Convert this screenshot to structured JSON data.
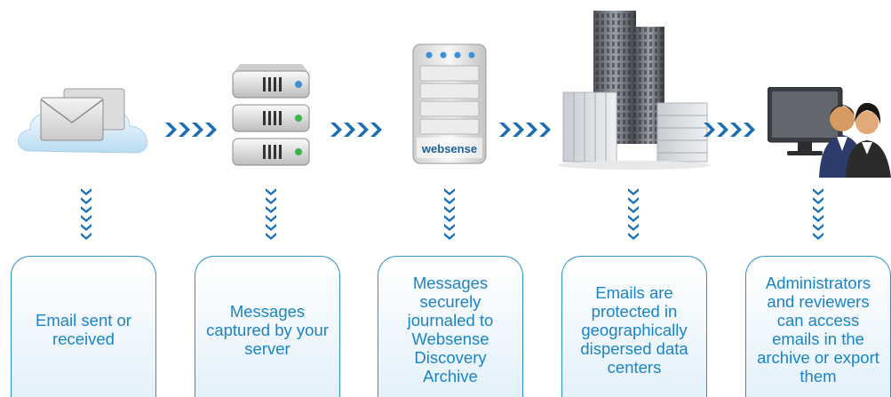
{
  "steps": [
    {
      "icon": "email-cloud-icon",
      "label": "Email sent or received"
    },
    {
      "icon": "server-icon",
      "label": "Messages captured by your server"
    },
    {
      "icon": "websense-appliance-icon",
      "label": "Messages securely journaled to Websense Discovery Archive",
      "brand": "websense"
    },
    {
      "icon": "data-center-buildings-icon",
      "label": "Emails are protected in geographically dispersed data centers"
    },
    {
      "icon": "administrators-computer-icon",
      "label": "Administrators and reviewers can access emails in the archive or export them"
    }
  ],
  "colors": {
    "accent": "#1b84c4",
    "box_border": "#2f93c9",
    "chevron": "#1a6fb4"
  }
}
